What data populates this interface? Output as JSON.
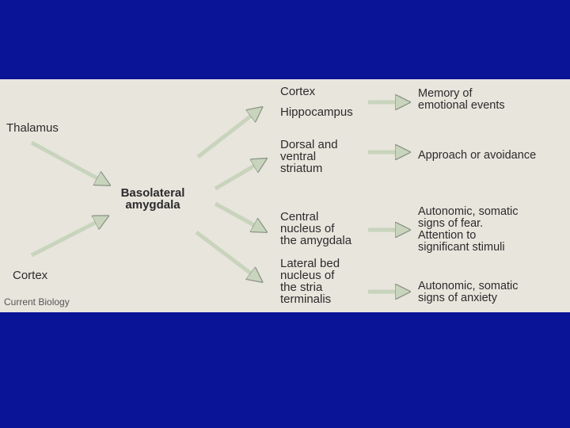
{
  "colors": {
    "background": "#0a1496",
    "panel": "#e8e5dd",
    "arrow_fill": "#c8d4bc",
    "arrow_stroke": "#8a9486",
    "text": "#2b2b2b"
  },
  "inputs": {
    "thalamus": "Thalamus",
    "cortex": "Cortex"
  },
  "center": "Basolateral\namygdala",
  "targets": {
    "cortex": "Cortex",
    "hippocampus": "Hippocampus",
    "striatum": "Dorsal and\nventral\nstriatum",
    "central_nucleus": "Central\nnucleus of\nthe amygdala",
    "bed_nucleus": "Lateral bed\nnucleus of\nthe stria\nterminalis"
  },
  "outcomes": {
    "memory": "Memory of\nemotional events",
    "approach": "Approach or avoidance",
    "fear": "Autonomic, somatic\nsigns of fear.\nAttention to\nsignificant stimuli",
    "anxiety": "Autonomic, somatic\nsigns of anxiety"
  },
  "credit": "Current Biology"
}
